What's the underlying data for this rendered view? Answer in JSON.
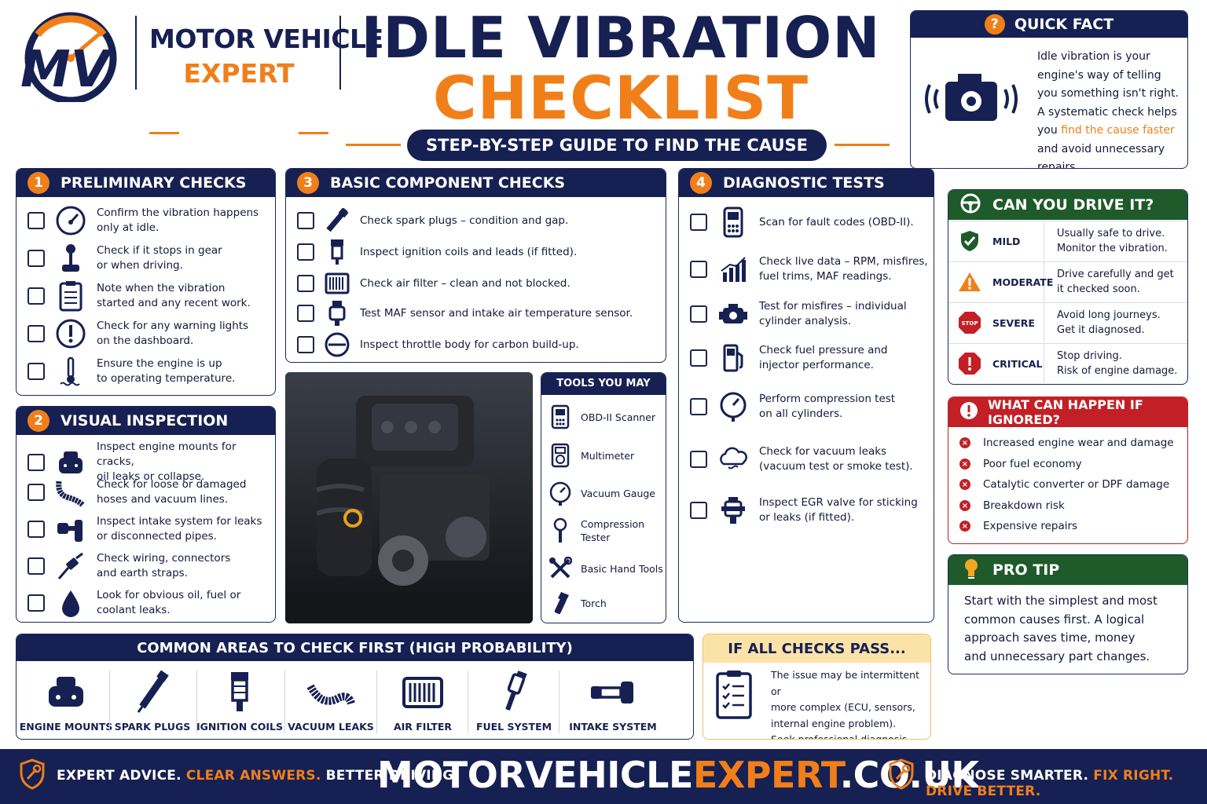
{
  "brand": {
    "name_line1": "MOTOR VEHICLE",
    "name_line2": "EXPERT",
    "logo_letters": "MV"
  },
  "title": {
    "line1": "IDLE VIBRATION",
    "line2": "CHECKLIST",
    "subtitle": "STEP-BY-STEP GUIDE TO FIND THE CAUSE"
  },
  "quick_fact": {
    "heading": "QUICK FACT",
    "icon": "engine-vibration-icon",
    "lines": [
      "Idle vibration is your",
      "engine's way of telling",
      "you something isn't right.",
      "A systematic check helps"
    ],
    "line5_pre": "you ",
    "line5_highlight": "find the cause faster",
    "lines_end": [
      "and avoid unnecessary",
      "repairs."
    ]
  },
  "preliminary": {
    "number": "1",
    "heading": "PRELIMINARY CHECKS",
    "items": [
      {
        "icon": "speedometer-icon",
        "line1": "Confirm the vibration happens",
        "line2": "only at idle."
      },
      {
        "icon": "gear-stick-icon",
        "line1": "Check if it stops in gear",
        "line2": "or when driving."
      },
      {
        "icon": "clipboard-icon",
        "line1": "Note when the vibration",
        "line2": "started and any recent work."
      },
      {
        "icon": "warning-light-icon",
        "line1": "Check for any warning lights",
        "line2": "on the dashboard."
      },
      {
        "icon": "thermometer-icon",
        "line1": "Ensure the engine is up",
        "line2": "to operating temperature."
      }
    ]
  },
  "visual": {
    "number": "2",
    "heading": "VISUAL INSPECTION",
    "items": [
      {
        "icon": "engine-mount-icon",
        "line1": "Inspect engine mounts for cracks,",
        "line2": "oil leaks or collapse."
      },
      {
        "icon": "hose-icon",
        "line1": "Check for loose or damaged",
        "line2": "hoses and vacuum lines."
      },
      {
        "icon": "intake-icon",
        "line1": "Inspect intake system for leaks",
        "line2": "or disconnected pipes."
      },
      {
        "icon": "wiring-icon",
        "line1": "Check wiring, connectors",
        "line2": "and earth straps."
      },
      {
        "icon": "fluid-drop-icon",
        "line1": "Look for obvious oil, fuel or",
        "line2": "coolant leaks."
      }
    ]
  },
  "basic": {
    "number": "3",
    "heading": "BASIC COMPONENT CHECKS",
    "items": [
      {
        "icon": "spark-plug-icon",
        "text": "Check spark plugs – condition and gap."
      },
      {
        "icon": "ignition-coil-icon",
        "text": "Inspect ignition coils and leads (if fitted)."
      },
      {
        "icon": "air-filter-icon",
        "text": "Check air filter – clean and not blocked."
      },
      {
        "icon": "maf-sensor-icon",
        "text": "Test MAF sensor and intake air temperature sensor."
      },
      {
        "icon": "throttle-body-icon",
        "text": "Inspect throttle body for carbon build-up."
      }
    ]
  },
  "diagnostic": {
    "number": "4",
    "heading": "DIAGNOSTIC TESTS",
    "items": [
      {
        "icon": "obd-scanner-icon",
        "line1": "Scan for fault codes (OBD-II).",
        "line2": ""
      },
      {
        "icon": "bar-chart-icon",
        "line1": "Check live data – RPM, misfires,",
        "line2": "fuel trims, MAF readings."
      },
      {
        "icon": "engine-icon",
        "line1": "Test for misfires – individual",
        "line2": "cylinder analysis."
      },
      {
        "icon": "fuel-pump-icon",
        "line1": "Check fuel pressure and",
        "line2": "injector performance."
      },
      {
        "icon": "pressure-gauge-icon",
        "line1": "Perform compression test",
        "line2": "on all cylinders."
      },
      {
        "icon": "smoke-cloud-icon",
        "line1": "Check for vacuum leaks",
        "line2": "(vacuum test or smoke test)."
      },
      {
        "icon": "egr-valve-icon",
        "line1": "Inspect EGR valve for sticking",
        "line2": "or leaks (if fitted)."
      }
    ]
  },
  "tools": {
    "heading": "TOOLS YOU MAY NEED",
    "items": [
      {
        "icon": "obd-scanner-icon",
        "line1": "OBD-II Scanner",
        "line2": ""
      },
      {
        "icon": "multimeter-icon",
        "line1": "Multimeter",
        "line2": ""
      },
      {
        "icon": "vacuum-gauge-icon",
        "line1": "Vacuum Gauge",
        "line2": ""
      },
      {
        "icon": "compression-tester-icon",
        "line1": "Compression",
        "line2": "Tester"
      },
      {
        "icon": "hand-tools-icon",
        "line1": "Basic Hand Tools",
        "line2": ""
      },
      {
        "icon": "torch-icon",
        "line1": "Torch",
        "line2": ""
      }
    ]
  },
  "drive": {
    "heading": "CAN YOU DRIVE IT?",
    "rows": [
      {
        "icon": "shield-check-icon",
        "level": "MILD",
        "line1": "Usually safe to drive.",
        "line2": "Monitor the vibration."
      },
      {
        "icon": "warning-triangle-icon",
        "level": "MODERATE",
        "line1": "Drive carefully and get",
        "line2": "it checked soon."
      },
      {
        "icon": "stop-sign-icon",
        "level": "SEVERE",
        "line1": "Avoid long journeys.",
        "line2": "Get it diagnosed.",
        "sign_text": "STOP"
      },
      {
        "icon": "critical-alert-icon",
        "level": "CRITICAL",
        "line1": "Stop driving.",
        "line2": "Risk of engine damage."
      }
    ]
  },
  "ignored": {
    "heading": "WHAT CAN HAPPEN IF IGNORED?",
    "items": [
      "Increased engine wear and damage",
      "Poor fuel economy",
      "Catalytic converter or DPF damage",
      "Breakdown risk",
      "Expensive repairs"
    ]
  },
  "pro_tip": {
    "heading": "PRO TIP",
    "lines": [
      "Start with the simplest and most",
      "common causes first. A logical",
      "approach saves time, money",
      "and unnecessary part changes."
    ]
  },
  "common_areas": {
    "heading": "COMMON AREAS TO CHECK FIRST (HIGH PROBABILITY)",
    "items": [
      {
        "icon": "engine-mount-icon",
        "label": "ENGINE MOUNTS"
      },
      {
        "icon": "spark-plug-icon",
        "label": "SPARK PLUGS"
      },
      {
        "icon": "ignition-coil-icon",
        "label": "IGNITION COILS"
      },
      {
        "icon": "vacuum-hose-icon",
        "label": "VACUUM LEAKS"
      },
      {
        "icon": "air-filter-icon",
        "label": "AIR FILTER"
      },
      {
        "icon": "fuel-injector-icon",
        "label": "FUEL SYSTEM"
      },
      {
        "icon": "intake-pipe-icon",
        "label": "INTAKE SYSTEM"
      }
    ]
  },
  "all_pass": {
    "heading": "IF ALL CHECKS PASS...",
    "icon": "checklist-clipboard-icon",
    "lines": [
      "The issue may be intermittent or",
      "more complex (ECU, sensors,",
      "internal engine problem).",
      "Seek professional diagnosis."
    ]
  },
  "footer": {
    "left_a": "EXPERT ADVICE. ",
    "left_b": "CLEAR ANSWERS.",
    "left_c": " BETTER DRIVING.",
    "site_a": "MOTORVEHICLE",
    "site_b": "EXPERT",
    "site_c": ".CO.UK",
    "right_a": "DIAGNOSE SMARTER. ",
    "right_b": "FIX RIGHT. DRIVE BETTER."
  },
  "colors": {
    "navy": "#162052",
    "orange": "#f07f1a",
    "green": "#1f5a2a",
    "red": "#c22026",
    "cream": "#fbe3a8"
  }
}
